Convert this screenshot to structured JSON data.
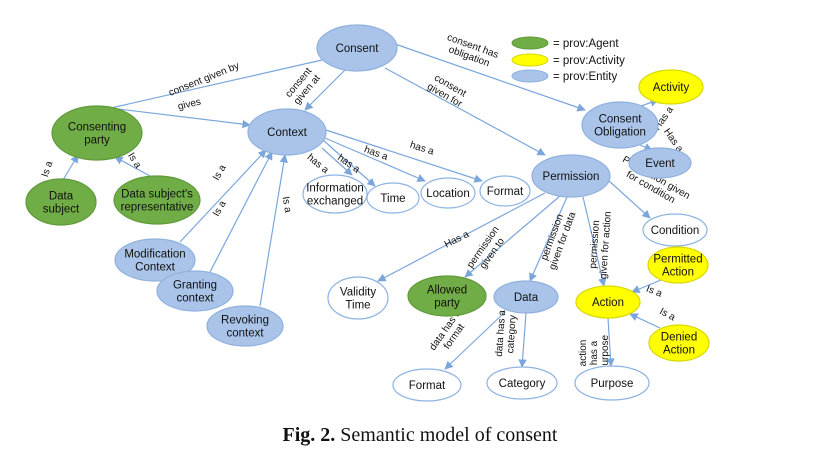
{
  "colors": {
    "agent": "#70ad47",
    "activity": "#ffff00",
    "entity": "#a9c4e8",
    "entity_dark": "#8fb1de",
    "edge": "#7aa6dc",
    "outline": "#8db3e2",
    "white": "#ffffff",
    "text": "#111111"
  },
  "legend": [
    {
      "label": "= prov:Agent",
      "kind": "agent"
    },
    {
      "label": "= prov:Activity",
      "kind": "activity"
    },
    {
      "label": "= prov:Entity",
      "kind": "entity"
    }
  ],
  "nodes": {
    "consent": {
      "label": "Consent",
      "kind": "entity"
    },
    "consenting_party": {
      "label": "Consenting party",
      "kind": "agent"
    },
    "data_subject": {
      "label": "Data subject",
      "kind": "agent"
    },
    "ds_representative": {
      "label": "Data subject's representative",
      "kind": "agent"
    },
    "context": {
      "label": "Context",
      "kind": "entity"
    },
    "information_exchanged": {
      "label": "Information exchanged",
      "kind": "white"
    },
    "time": {
      "label": "Time",
      "kind": "white"
    },
    "location": {
      "label": "Location",
      "kind": "white"
    },
    "format_ctx": {
      "label": "Format",
      "kind": "white"
    },
    "modification_context": {
      "label": "Modification Context",
      "kind": "entity"
    },
    "granting_context": {
      "label": "Granting context",
      "kind": "entity"
    },
    "revoking_context": {
      "label": "Revoking context",
      "kind": "entity"
    },
    "consent_obligation": {
      "label": "Consent Obligation",
      "kind": "entity"
    },
    "activity": {
      "label": "Activity",
      "kind": "activity"
    },
    "event": {
      "label": "Event",
      "kind": "entity"
    },
    "permission": {
      "label": "Permission",
      "kind": "entity"
    },
    "condition": {
      "label": "Condition",
      "kind": "white"
    },
    "permitted_action": {
      "label": "Permitted Action",
      "kind": "activity"
    },
    "validity_time": {
      "label": "Validity Time",
      "kind": "white"
    },
    "allowed_party": {
      "label": "Allowed party",
      "kind": "agent"
    },
    "data": {
      "label": "Data",
      "kind": "entity"
    },
    "action": {
      "label": "Action",
      "kind": "activity"
    },
    "denied_action": {
      "label": "Denied Action",
      "kind": "activity"
    },
    "format_data": {
      "label": "Format",
      "kind": "white"
    },
    "category": {
      "label": "Category",
      "kind": "white"
    },
    "purpose": {
      "label": "Purpose",
      "kind": "white"
    }
  },
  "edges": [
    {
      "from": "consent",
      "to": "consenting_party",
      "label": "consent given by"
    },
    {
      "from": "consenting_party",
      "to": "context",
      "label": "gives"
    },
    {
      "from": "consent",
      "to": "context",
      "label": "consent given at"
    },
    {
      "from": "consent",
      "to": "consent_obligation",
      "label": "consent has obligation"
    },
    {
      "from": "consent",
      "to": "permission",
      "label": "consent given for"
    },
    {
      "from": "data_subject",
      "to": "consenting_party",
      "label": "Is a"
    },
    {
      "from": "ds_representative",
      "to": "consenting_party",
      "label": "Is a"
    },
    {
      "from": "context",
      "to": "information_exchanged",
      "label": "has a"
    },
    {
      "from": "context",
      "to": "time",
      "label": "has a"
    },
    {
      "from": "context",
      "to": "location",
      "label": "has a"
    },
    {
      "from": "context",
      "to": "format_ctx",
      "label": "has a"
    },
    {
      "from": "modification_context",
      "to": "context",
      "label": "Is a"
    },
    {
      "from": "granting_context",
      "to": "context",
      "label": "Is a"
    },
    {
      "from": "revoking_context",
      "to": "context",
      "label": "Is a"
    },
    {
      "from": "consent_obligation",
      "to": "activity",
      "label": "Has a"
    },
    {
      "from": "consent_obligation",
      "to": "event",
      "label": "Has a"
    },
    {
      "from": "permission",
      "to": "condition",
      "label": "Permission given for condition"
    },
    {
      "from": "permission",
      "to": "validity_time",
      "label": "Has a"
    },
    {
      "from": "permission",
      "to": "allowed_party",
      "label": "permission given to"
    },
    {
      "from": "permission",
      "to": "data",
      "label": "permission given for data"
    },
    {
      "from": "permission",
      "to": "action",
      "label": "permission given for action"
    },
    {
      "from": "permitted_action",
      "to": "action",
      "label": "Is a"
    },
    {
      "from": "denied_action",
      "to": "action",
      "label": "Is a"
    },
    {
      "from": "data",
      "to": "format_data",
      "label": "data has a format"
    },
    {
      "from": "data",
      "to": "category",
      "label": "data has a category"
    },
    {
      "from": "action",
      "to": "purpose",
      "label": "action has a purpose"
    }
  ],
  "caption": {
    "fig": "Fig. 2.",
    "text": "Semantic model of consent"
  }
}
